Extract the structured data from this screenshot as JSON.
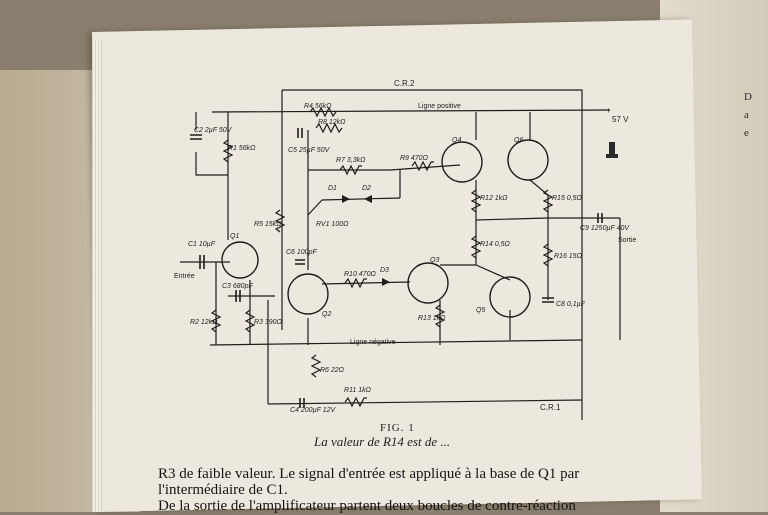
{
  "right_page": {
    "line1": "D",
    "line2": "a",
    "line3": "e"
  },
  "labels": {
    "cr2": "C.R.2",
    "cr1": "C.R.1",
    "ligne_positive": "Ligne positive",
    "ligne_negative": "Ligne négative",
    "v57": "57 V",
    "plus": "+",
    "entree": "Entrée",
    "sortie": "Sortie",
    "R4": "R4 56kΩ",
    "R8": "R8 12kΩ",
    "R7": "R7 3,3kΩ",
    "R9": "R9 470Ω",
    "R1": "R1 56kΩ",
    "R5": "R5 15kΩ",
    "RV1": "RV1 100Ω",
    "R12": "R12 1kΩ",
    "R14": "R14 0,5Ω",
    "R15": "R15 0,5Ω",
    "R16": "R16 15Ω",
    "R10": "R10 470Ω",
    "R13": "R13 1kΩ",
    "R2": "R2 12kΩ",
    "R3": "R3 390Ω",
    "R6": "R6 22Ω",
    "R11": "R11 1kΩ",
    "C1": "C1 10µF",
    "C2": "C2 2µF 50V",
    "C3": "C3 680pF",
    "C4": "C4 200µF 12V",
    "C5": "C5 25µF 50V",
    "C6": "C6 100pF",
    "C8": "C8 0,1µF",
    "C9": "C9 1250µF 40V",
    "D1": "D1",
    "D2": "D2",
    "D3": "D3",
    "Q1": "Q1",
    "Q2": "Q2",
    "Q3": "Q3",
    "Q4": "Q4",
    "Q5": "Q5",
    "Q6": "Q6"
  },
  "caption": {
    "fig": "FIG. 1",
    "text": "La valeur de R14 est de ..."
  },
  "body": {
    "line1": "R3 de faible valeur. Le signal d'entrée est appliqué à la base de Q1 par",
    "line2": "l'intermédiaire de C1.",
    "line3": "De la sortie de l'amplificateur partent deux boucles de contre-réaction"
  }
}
